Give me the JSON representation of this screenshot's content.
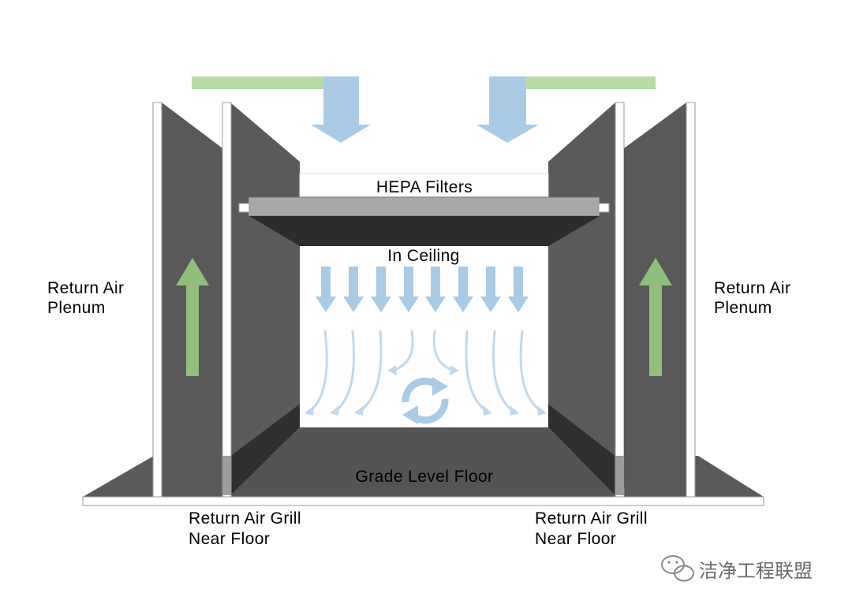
{
  "labels": {
    "hepa": "HEPA Filters",
    "ceiling": "In Ceiling",
    "floor": "Grade Level Floor",
    "plenum_left_1": "Return Air",
    "plenum_left_2": "Plenum",
    "plenum_right_1": "Return Air",
    "plenum_right_2": "Plenum",
    "grill_left_1": "Return Air Grill",
    "grill_left_2": "Near Floor",
    "grill_right_1": "Return Air Grill",
    "grill_right_2": "Near Floor"
  },
  "watermark": {
    "text": "洁净工程联盟",
    "icon": "wechat-icon"
  },
  "colors": {
    "wall_dark": "#555555",
    "wall_mid": "#5f5f5f",
    "floor": "#565656",
    "supply_green": "#b9dca5",
    "supply_blue": "#a9cbe6",
    "return_green": "#8fbf7a",
    "airflow_blue": "#a9cbe6",
    "frame_white": "#ffffff",
    "outline": "#9a9a9a"
  },
  "icons": [
    "supply-arrow-icon",
    "return-arrow-icon",
    "airflow-arrow-icon",
    "recirculation-icon"
  ]
}
